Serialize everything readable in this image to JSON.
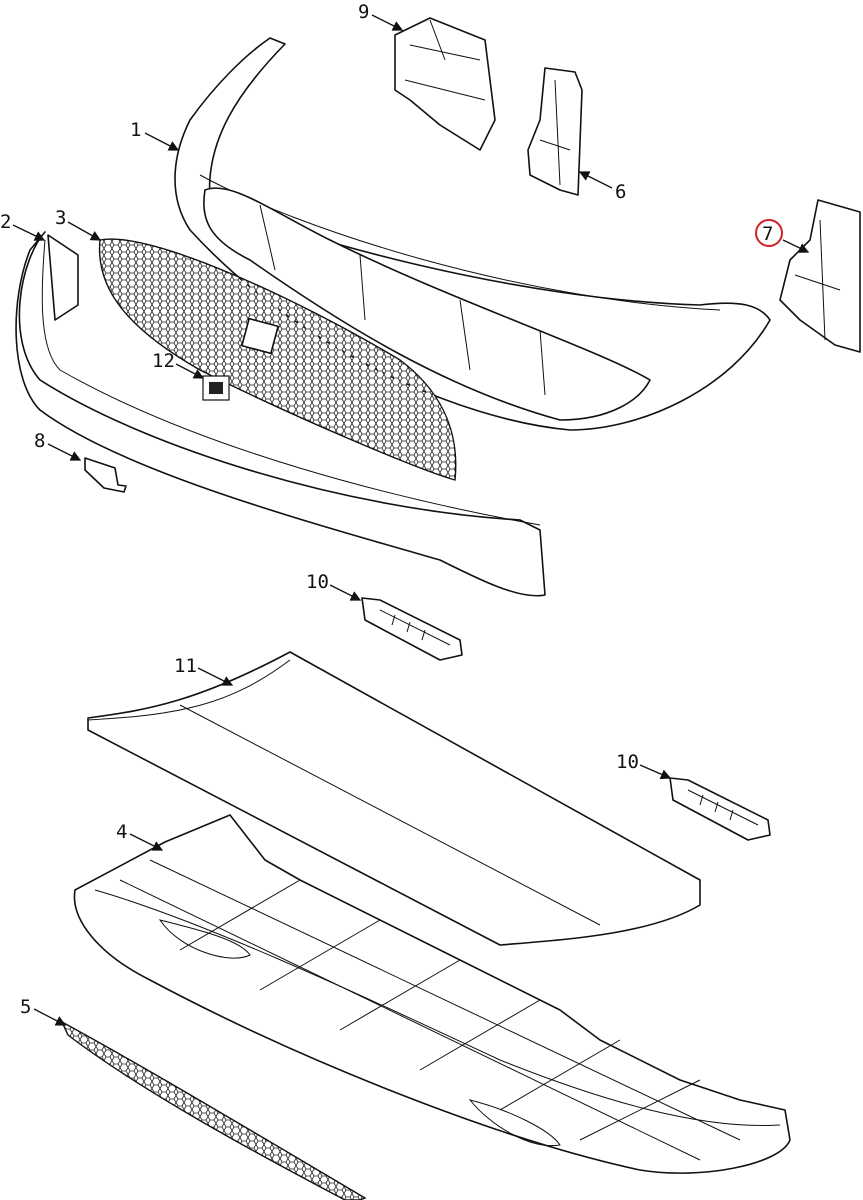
{
  "diagram": {
    "type": "exploded-parts-diagram",
    "highlight_color": "#d0202a",
    "callouts": [
      {
        "id": "1",
        "label": "1",
        "part": "hood-front-panel"
      },
      {
        "id": "2",
        "label": "2",
        "part": "bumper-cover"
      },
      {
        "id": "3",
        "label": "3",
        "part": "grille"
      },
      {
        "id": "4",
        "label": "4",
        "part": "lower-air-deflector"
      },
      {
        "id": "5",
        "label": "5",
        "part": "lower-mesh-screen"
      },
      {
        "id": "6",
        "label": "6",
        "part": "bracket-left"
      },
      {
        "id": "7",
        "label": "7",
        "part": "bracket-right",
        "highlighted": true
      },
      {
        "id": "8",
        "label": "8",
        "part": "small-bracket"
      },
      {
        "id": "9",
        "label": "9",
        "part": "upper-duct"
      },
      {
        "id": "10a",
        "label": "10",
        "part": "clip-upper"
      },
      {
        "id": "10b",
        "label": "10",
        "part": "clip-lower"
      },
      {
        "id": "11",
        "label": "11",
        "part": "flat-panel"
      },
      {
        "id": "12",
        "label": "12",
        "part": "emblem"
      }
    ]
  }
}
